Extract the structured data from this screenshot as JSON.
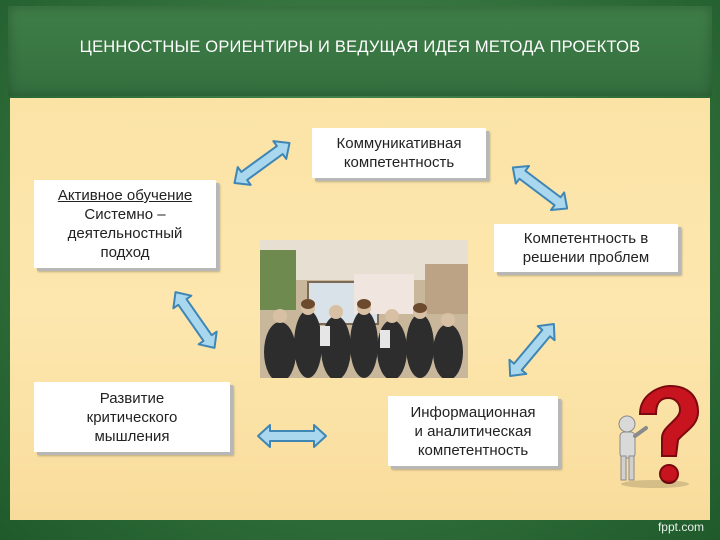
{
  "slide": {
    "title": "ЦЕННОСТНЫЕ ОРИЕНТИРЫ И ВЕДУЩАЯ ИДЕЯ МЕТОДА ПРОЕКТОВ",
    "footer": "fppt.com"
  },
  "boxes": {
    "communicative": [
      "Коммуникативная",
      "компетентность"
    ],
    "active": [
      "Активное обучение",
      "Системно –",
      "деятельностный",
      "подход"
    ],
    "problem": [
      "Компетентность в",
      "решении проблем"
    ],
    "critical": [
      "Развитие",
      "критического",
      "мышления"
    ],
    "informational": [
      "Информационная",
      "и аналитическая",
      "компетентность"
    ]
  },
  "colors": {
    "arrow_fill": "#a9d7ee",
    "arrow_stroke": "#3f86b5",
    "panel": "#fde7ae",
    "header": "#3a7843"
  }
}
